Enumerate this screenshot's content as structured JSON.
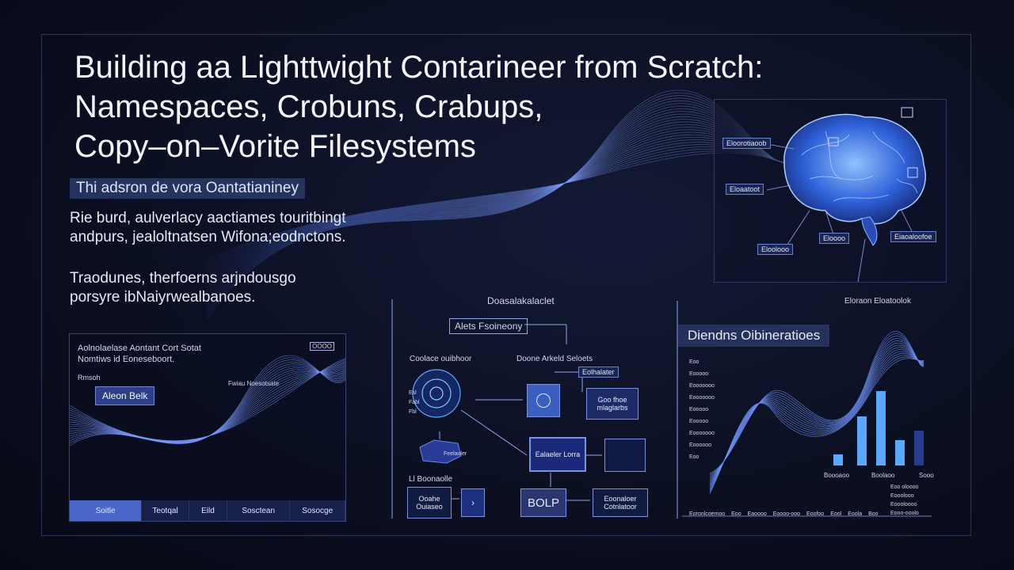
{
  "title": {
    "line1": "Building aa Lighttwight Contarineer from Scratch:",
    "line2": "Namespaces, Crobuns, Crabups,",
    "line3": "Copy–on–Vorite Filesystems"
  },
  "subtitle": "Thi adsron de vora Oantatianiney",
  "paragraph1": {
    "line1": "Rie burd, aulverlacy aactiames touritbingt",
    "line2": "andpurs, jealoltnatsen Wifona;eodnctons."
  },
  "paragraph2": {
    "line1": "Traodunes, therfoerns arjndousgo",
    "line2": "porsyre ibNaiyrwealbanoes."
  },
  "left_panel": {
    "heading1": "Aolnolaelase Aontant Cort Sotat",
    "heading2": "Nomtiws id Eoneseboort.",
    "corner_badge": "OOOO",
    "label_top": "Rmsoh",
    "button": "Aleon Belk",
    "wave_label": "Fwiau Noesotsate",
    "tabs": [
      "Soitle",
      "Teotqal",
      "Eild",
      "Sosctean",
      "Sosocge"
    ]
  },
  "diagram": {
    "top_label": "Doasalakalaclet",
    "top_box": "Alets Fsoineony",
    "left_title": "Coolace ouibhoor",
    "right_title": "Doone Arkeld Seloets",
    "side_labels": [
      "Esl",
      "Fabl",
      "Fbl"
    ],
    "box_small": "Eolhalater",
    "box_mid": "Goo fhoe mlaglarbs",
    "box_center": "Ealaeler Lorra",
    "bottom_left_title": "Ll Boonaolle",
    "box_bottom_left": "Ooahe Ouiaseo",
    "box_bolp": "BOLP",
    "box_bottom_right": "Eoonaloer Cotnlatoor",
    "stack_label": "Feelaoler"
  },
  "brain_panel": {
    "labels": [
      "Eloorotiaoob",
      "Eloaatoot",
      "Eloooo",
      "Eloolooo",
      "Eiaoaloofoe"
    ],
    "caption": "Eloraon Eloatoolok"
  },
  "chart_panel": {
    "title": "Diendns Oibineratioes",
    "y_ticks": [
      "Eoo",
      "Eooooo",
      "Eooooooo",
      "Eooooooo",
      "Eooooo",
      "Eooooo",
      "Eooooooo",
      "Eoooooo",
      "Eoo"
    ],
    "x_labels_top": [
      "Boooaoo",
      "Boolaoo",
      "Sooo"
    ],
    "x_labels_bottom": [
      "Eoronlcoemoo",
      "Eoo",
      "Eaoooo",
      "Eoooo-ooo",
      "Eoofoo",
      "Eool",
      "Eoola",
      "Boo"
    ],
    "legend": [
      "Eoo oloooo",
      "Eooolooo",
      "Eoooloooo",
      "Eooo-ooolo"
    ]
  },
  "colors": {
    "accent": "#4a66c8",
    "highlight": "#5aa8ff",
    "background": "#0b0f22"
  }
}
